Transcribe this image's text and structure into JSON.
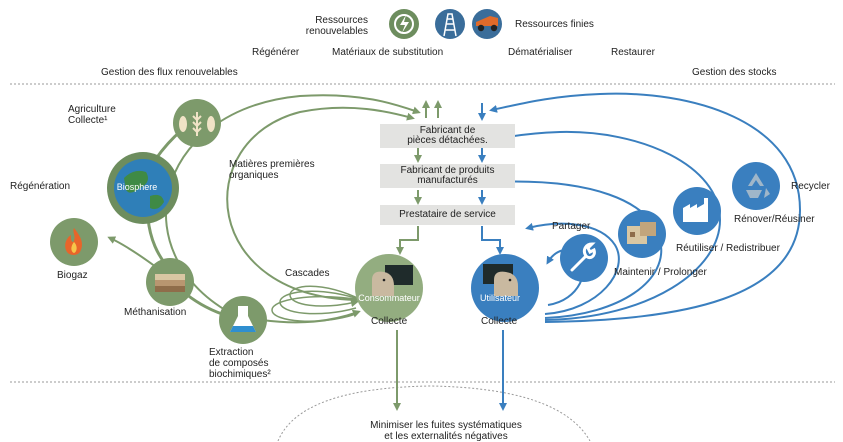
{
  "top": {
    "renewable_label": "Ressources\nrenouvelables",
    "finite_label": "Ressources finies",
    "regenerer": "Régénérer",
    "substitution": "Matériaux de substitution",
    "dematerialiser": "Dématérialiser",
    "restaurer": "Restaurer",
    "flux_renouvelables": "Gestion des flux renouvelables",
    "stocks": "Gestion des stocks"
  },
  "center": {
    "fabricant_pieces": "Fabricant de\npièces détachées.",
    "fabricant_produits": "Fabricant de produits\nmanufacturés",
    "prestataire": "Prestataire de service"
  },
  "left": {
    "agriculture": "Agriculture\nCollecte¹",
    "regeneration": "Régénération",
    "biosphere": "Biosphere",
    "biogaz": "Biogaz",
    "methanisation": "Méthanisation",
    "extraction": "Extraction\nde composés\nbiochimiques²",
    "matieres": "Matières premières\norganiques",
    "cascades": "Cascades",
    "consommateur": "Consommateur",
    "collecte_consommateur": "Collecte"
  },
  "right": {
    "utilisateur": "Utilisateur",
    "collecte_utilisateur": "Collecte",
    "partager": "Partager",
    "maintenir": "Maintenir / Prolonger",
    "reutiliser": "Réutiliser / Redistribuer",
    "renover": "Rénover/Réusiner",
    "recycler": "Recycler"
  },
  "bottom": {
    "minimiser": "Minimiser les fuites systématiques\net les externalités négatives"
  },
  "colors": {
    "green": "#7d9a6b",
    "green_light": "#93ad80",
    "blue": "#3a7fbf",
    "box_gray": "#e3e3e1"
  }
}
